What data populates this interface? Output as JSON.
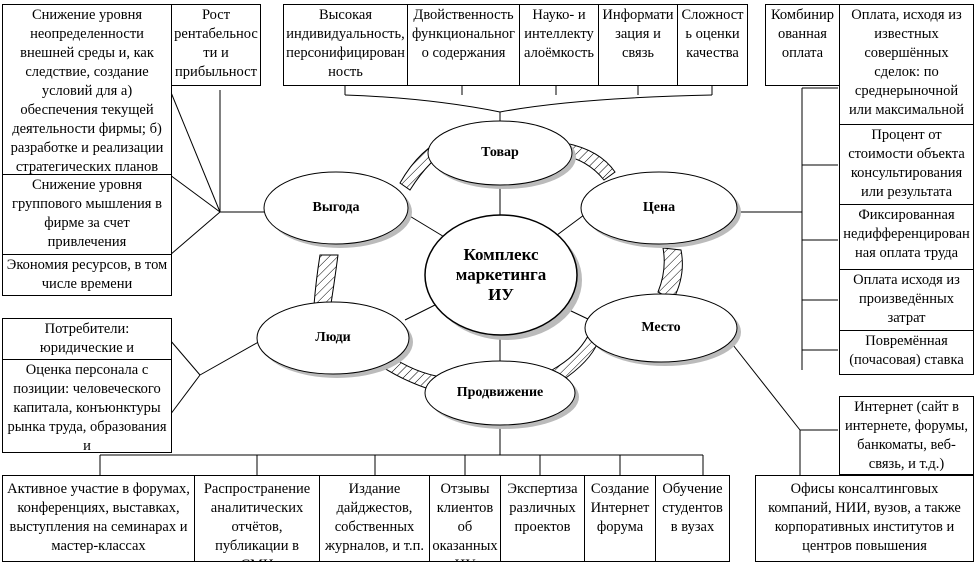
{
  "center": {
    "line1": "Комплекс",
    "line2": "маркетинга",
    "line3": "ИУ"
  },
  "nodes": {
    "product": "Товар",
    "price": "Цена",
    "place": "Место",
    "promotion": "Продвижение",
    "people": "Люди",
    "benefit": "Выгода"
  },
  "product_features": [
    "Высокая индивидуальность, персонифицированность",
    "Двойственность функционального содержания",
    "Науко- и интеллектуалоёмкость",
    "Информатизация и связь",
    "Сложность оценки качества"
  ],
  "benefit_items": {
    "profitability": "Рост рентабельности и прибыльности",
    "uncertainty": "Снижение уровня неопределенности внешней среды и, как следствие, создание условий для а) обеспечения текущей деятельности фирмы; б) разработке и реализации стратегических планов",
    "groupthink": "Снижение уровня группового мышления в фирме за счет привлечения",
    "savings": "Экономия ресурсов, в том числе времени"
  },
  "price_items": {
    "combined": "Комбинированная оплата",
    "by_deals": "Оплата, исходя из известных совершённых сделок: по среднерыночной или максимальной",
    "percent": "Процент от стоимости объекта консультирования или результата",
    "fixed": "Фиксированная недифференцированная оплата труда",
    "by_costs": "Оплата исходя из произведённых затрат",
    "hourly": "Повремённая (почасовая) ставка"
  },
  "people_items": {
    "consumers": "Потребители: юридические и",
    "assessment": "Оценка персонала с позиции: человеческого капитала, конъюнктуры рынка труда, образования и"
  },
  "place_items": {
    "internet": "Интернет (сайт в интернете, форумы, банкоматы, веб-связь, и т.д.)",
    "offices": "Офисы консалтинговых компаний, НИИ, вузов, а также корпоративных институтов и центров повышения"
  },
  "promotion_items": [
    "Активное участие в форумах, конференциях, выставках, выступления на семинарах и мастер-классах",
    "Распространение аналитических отчётов, публикации в СМИ",
    "Издание дайджестов, собственных журналов, и т.п.",
    "Отзывы клиентов об оказанных ИУ",
    "Экспертиза различных проектов",
    "Создание Интернет форума",
    "Обучение студентов в вузах"
  ]
}
